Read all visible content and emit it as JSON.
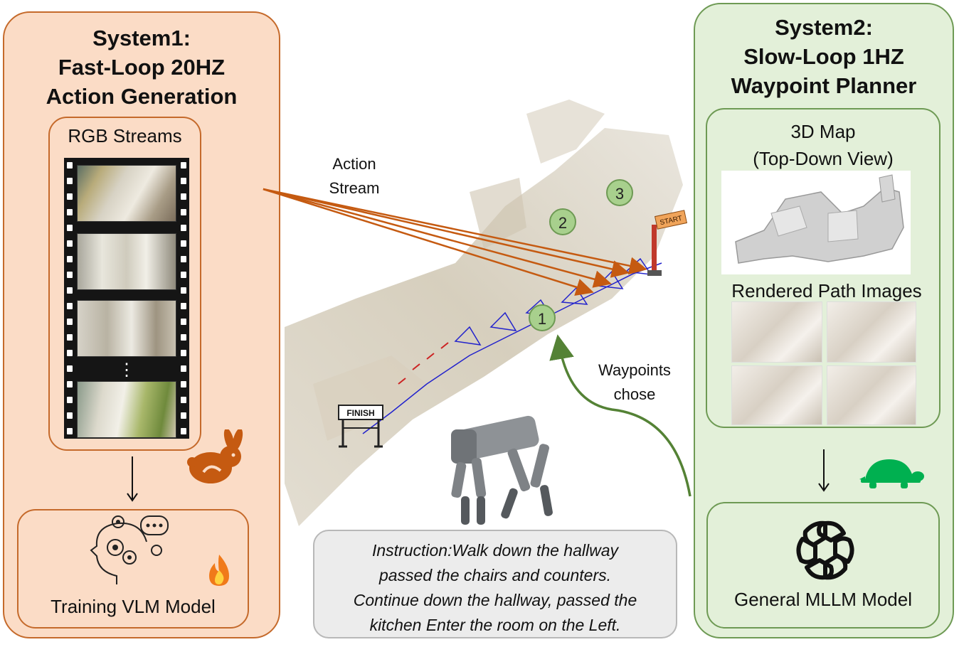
{
  "system1": {
    "title_line1": "System1:",
    "title_line2": "Fast-Loop 20HZ",
    "title_line3": "Action Generation",
    "rgb_label": "RGB Streams",
    "ellipsis": "⋮",
    "model_label": "Training VLM Model"
  },
  "system2": {
    "title_line1": "System2:",
    "title_line2": "Slow-Loop 1HZ",
    "title_line3": "Waypoint Planner",
    "map_line1": "3D Map",
    "map_line2": "(Top-Down View)",
    "path_label": "Rendered Path Images",
    "model_label": "General MLLM Model"
  },
  "center": {
    "action_line1": "Action",
    "action_line2": "Stream",
    "waypoints_line1": "Waypoints",
    "waypoints_line2": "chose",
    "waypoint_markers": [
      "1",
      "2",
      "3"
    ],
    "start_sign": "START",
    "finish_sign": "FINISH"
  },
  "instruction": {
    "line1": "Instruction:Walk down the hallway",
    "line2": "passed the chairs and counters.",
    "line3": "Continue down the hallway, passed the",
    "line4": "kitchen Enter the room on the Left."
  },
  "colors": {
    "system1_fill": "#fbdcc6",
    "system1_border": "#c56a2b",
    "system2_fill": "#e3f0d9",
    "system2_border": "#6e9a54",
    "action_arrow": "#c55a11",
    "waypoint_arrow": "#548235",
    "trajectory": "#2222cc"
  },
  "icons": [
    "rabbit-icon",
    "fire-icon",
    "brain-gears-icon",
    "turtle-icon",
    "openai-logo-icon",
    "robot-dog-image",
    "start-flag-icon",
    "finish-gate-icon"
  ]
}
